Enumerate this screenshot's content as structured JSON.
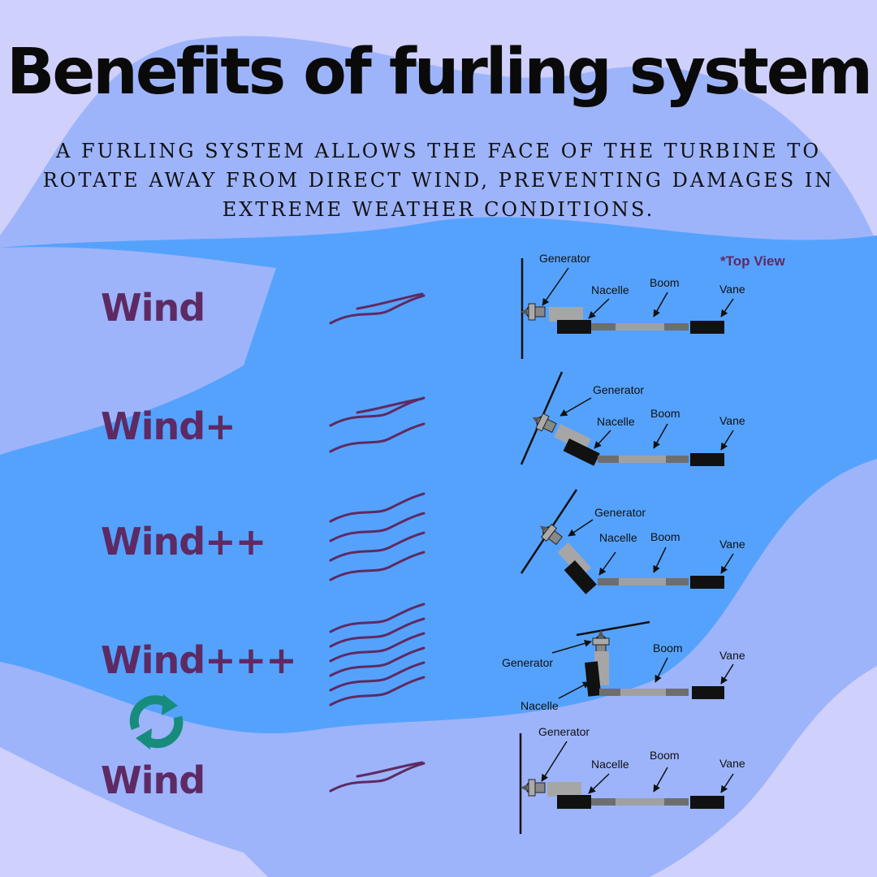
{
  "title": "Benefits of furling system",
  "subtitle": "A furling system allows the face of the turbine to rotate away from direct wind, preventing damages in extreme weather conditions.",
  "top_view_note": "*Top View",
  "colors": {
    "background_light": "#cfd0fb",
    "band_mid": "#9db4fb",
    "band_bright": "#55a2fd",
    "label_purple": "#5e2a63",
    "reset_icon_green": "#178c7c"
  },
  "rows": [
    {
      "wind_label": "Wind",
      "wind_lines": 1,
      "parts": {
        "generator": "Generator",
        "nacelle": "Nacelle",
        "boom": "Boom",
        "vane": "Vane"
      }
    },
    {
      "wind_label": "Wind+",
      "wind_lines": 2,
      "parts": {
        "generator": "Generator",
        "nacelle": "Nacelle",
        "boom": "Boom",
        "vane": "Vane"
      }
    },
    {
      "wind_label": "Wind++",
      "wind_lines": 4,
      "parts": {
        "generator": "Generator",
        "nacelle": "Nacelle",
        "boom": "Boom",
        "vane": "Vane"
      }
    },
    {
      "wind_label": "Wind+++",
      "wind_lines": 6,
      "parts": {
        "generator": "Generator",
        "nacelle": "Nacelle",
        "boom": "Boom",
        "vane": "Vane"
      }
    },
    {
      "wind_label": "Wind",
      "wind_lines": 1,
      "parts": {
        "generator": "Generator",
        "nacelle": "Nacelle",
        "boom": "Boom",
        "vane": "Vane"
      }
    }
  ],
  "icons": {
    "reset": "refresh-cycle-icon"
  }
}
